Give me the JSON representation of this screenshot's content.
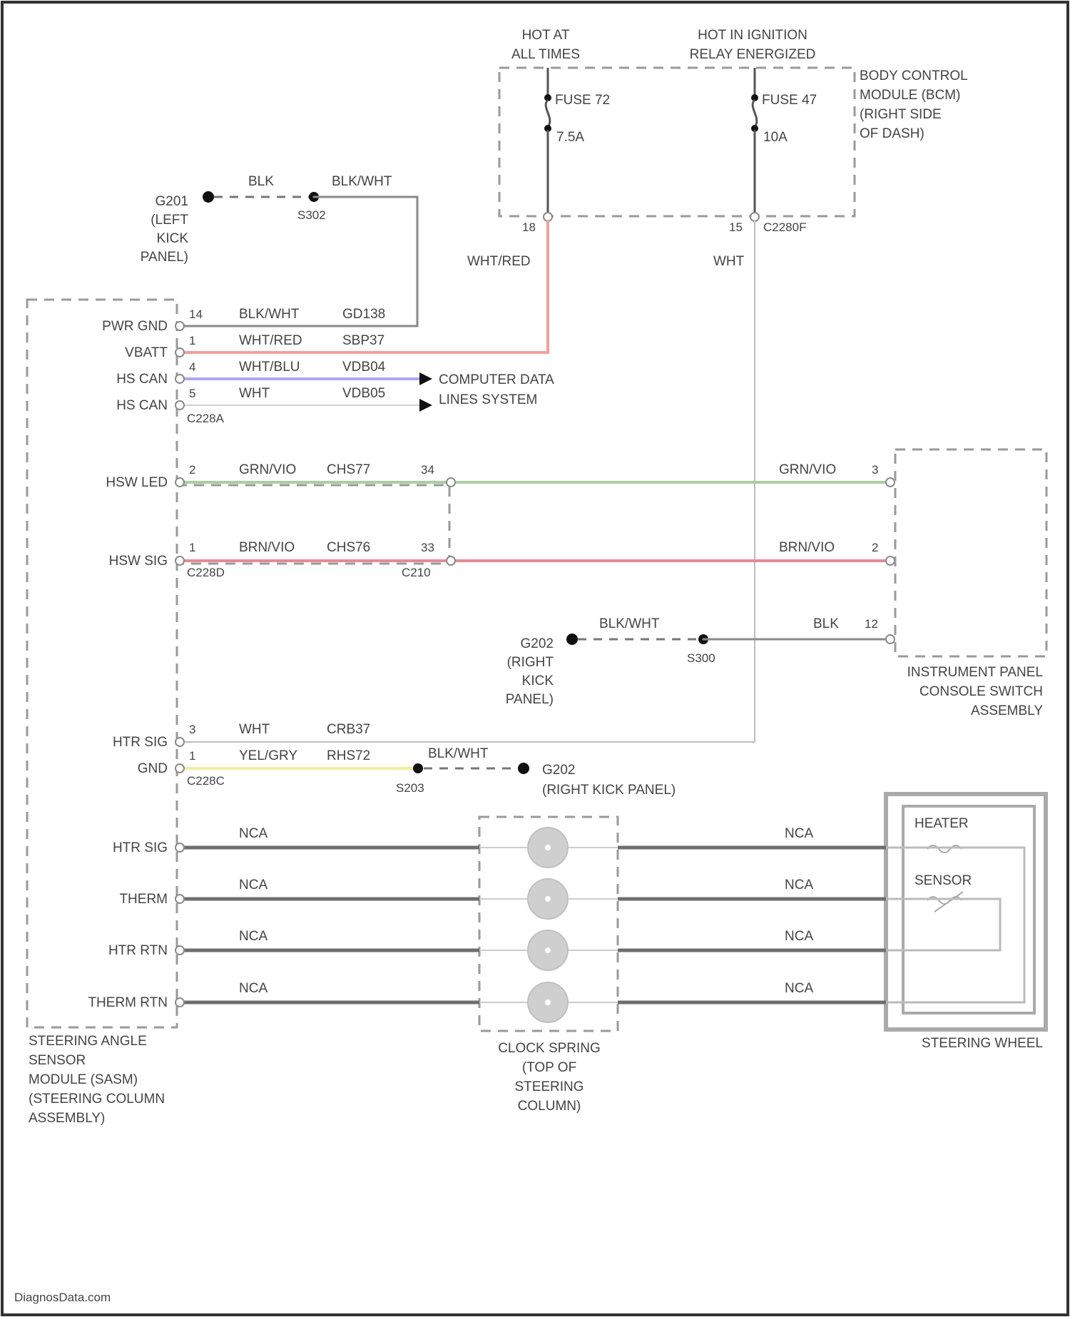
{
  "power": {
    "hot_at_all_times": [
      "HOT AT",
      "ALL TIMES"
    ],
    "hot_in_ignition": [
      "HOT IN IGNITION",
      "RELAY ENERGIZED"
    ],
    "fuse_a_name": "FUSE 72",
    "fuse_a_rating": "7.5A",
    "fuse_b_name": "FUSE 47",
    "fuse_b_rating": "10A",
    "pin_a": "18",
    "pin_b": "15",
    "conn": "C2280F"
  },
  "bcm": [
    "BODY CONTROL",
    "MODULE (BCM)",
    "(RIGHT SIDE",
    "OF DASH)"
  ],
  "ground_g201": {
    "label": [
      "G201",
      "(LEFT",
      "KICK",
      "PANEL)"
    ],
    "wire_a": "BLK",
    "wire_b": "BLK/WHT",
    "splice": "S302"
  },
  "wht_red_label": "WHT/RED",
  "wht_label": "WHT",
  "sasm_pins": [
    {
      "name": "PWR GND",
      "pin": "14",
      "color": "BLK/WHT",
      "circuit": "GD138"
    },
    {
      "name": "VBATT",
      "pin": "1",
      "color": "WHT/RED",
      "circuit": "SBP37"
    },
    {
      "name": "HS CAN",
      "pin": "4",
      "color": "WHT/BLU",
      "circuit": "VDB04"
    },
    {
      "name": "HS CAN",
      "pin": "5",
      "color": "WHT",
      "circuit": "VDB05"
    }
  ],
  "conn_c2284": "C228A",
  "computer_data": [
    "COMPUTER DATA",
    "LINES SYSTEM"
  ],
  "hsw_led": {
    "name": "HSW LED",
    "pin": "2",
    "color": "GRN/VIO",
    "circuit": "CHS77",
    "mid_pin": "34",
    "far_color": "GRN/VIO",
    "far_pin": "3"
  },
  "hsw_sig": {
    "name": "HSW SIG",
    "pin": "1",
    "color": "BRN/VIO",
    "circuit": "CHS76",
    "mid_pin": "33",
    "far_color": "BRN/VIO",
    "far_pin": "2",
    "conn": "C228D",
    "mid_conn": "C210"
  },
  "ground_g202_top": {
    "label": [
      "G202",
      "(RIGHT",
      "KICK",
      "PANEL)"
    ],
    "wire_a": "BLK/WHT",
    "splice": "S300",
    "blk": "BLK",
    "pin": "12"
  },
  "ip_switch": [
    "INSTRUMENT PANEL",
    "CONSOLE SWITCH",
    "ASSEMBLY"
  ],
  "htr_sig": {
    "name": "HTR SIG",
    "pin": "3",
    "color": "WHT",
    "circuit": "CRB37"
  },
  "gnd": {
    "name": "GND",
    "pin": "1",
    "color": "YEL/GRY",
    "circuit": "RHS72",
    "ground_wire": "BLK/WHT",
    "splice": "S203",
    "ground": "G202",
    "ground_loc": "(RIGHT KICK PANEL)",
    "conn": "C228C"
  },
  "clock_pins": [
    {
      "name": "HTR SIG",
      "left": "NCA",
      "right": "NCA"
    },
    {
      "name": "THERM",
      "left": "NCA",
      "right": "NCA"
    },
    {
      "name": "HTR RTN",
      "left": "NCA",
      "right": "NCA"
    },
    {
      "name": "THERM RTN",
      "left": "NCA",
      "right": "NCA"
    }
  ],
  "sasm_label": [
    "STEERING ANGLE",
    "SENSOR",
    "MODULE (SASM)",
    "(STEERING COLUMN",
    "ASSEMBLY)"
  ],
  "clock_label": [
    "CLOCK SPRING",
    "(TOP OF",
    "STEERING",
    "COLUMN)"
  ],
  "wheel": {
    "heater": "HEATER",
    "sensor": "SENSOR",
    "label": "STEERING WHEEL"
  },
  "footer": "DiagnosData.com",
  "colors": {
    "red": "#f0a0a0",
    "blue": "#a9a9f2",
    "green": "#a9cfa0",
    "brown_red": "#e68a94",
    "yellow": "#f2ee9c",
    "gray": "#8a8a8a",
    "dark": "#6e6e6e"
  }
}
